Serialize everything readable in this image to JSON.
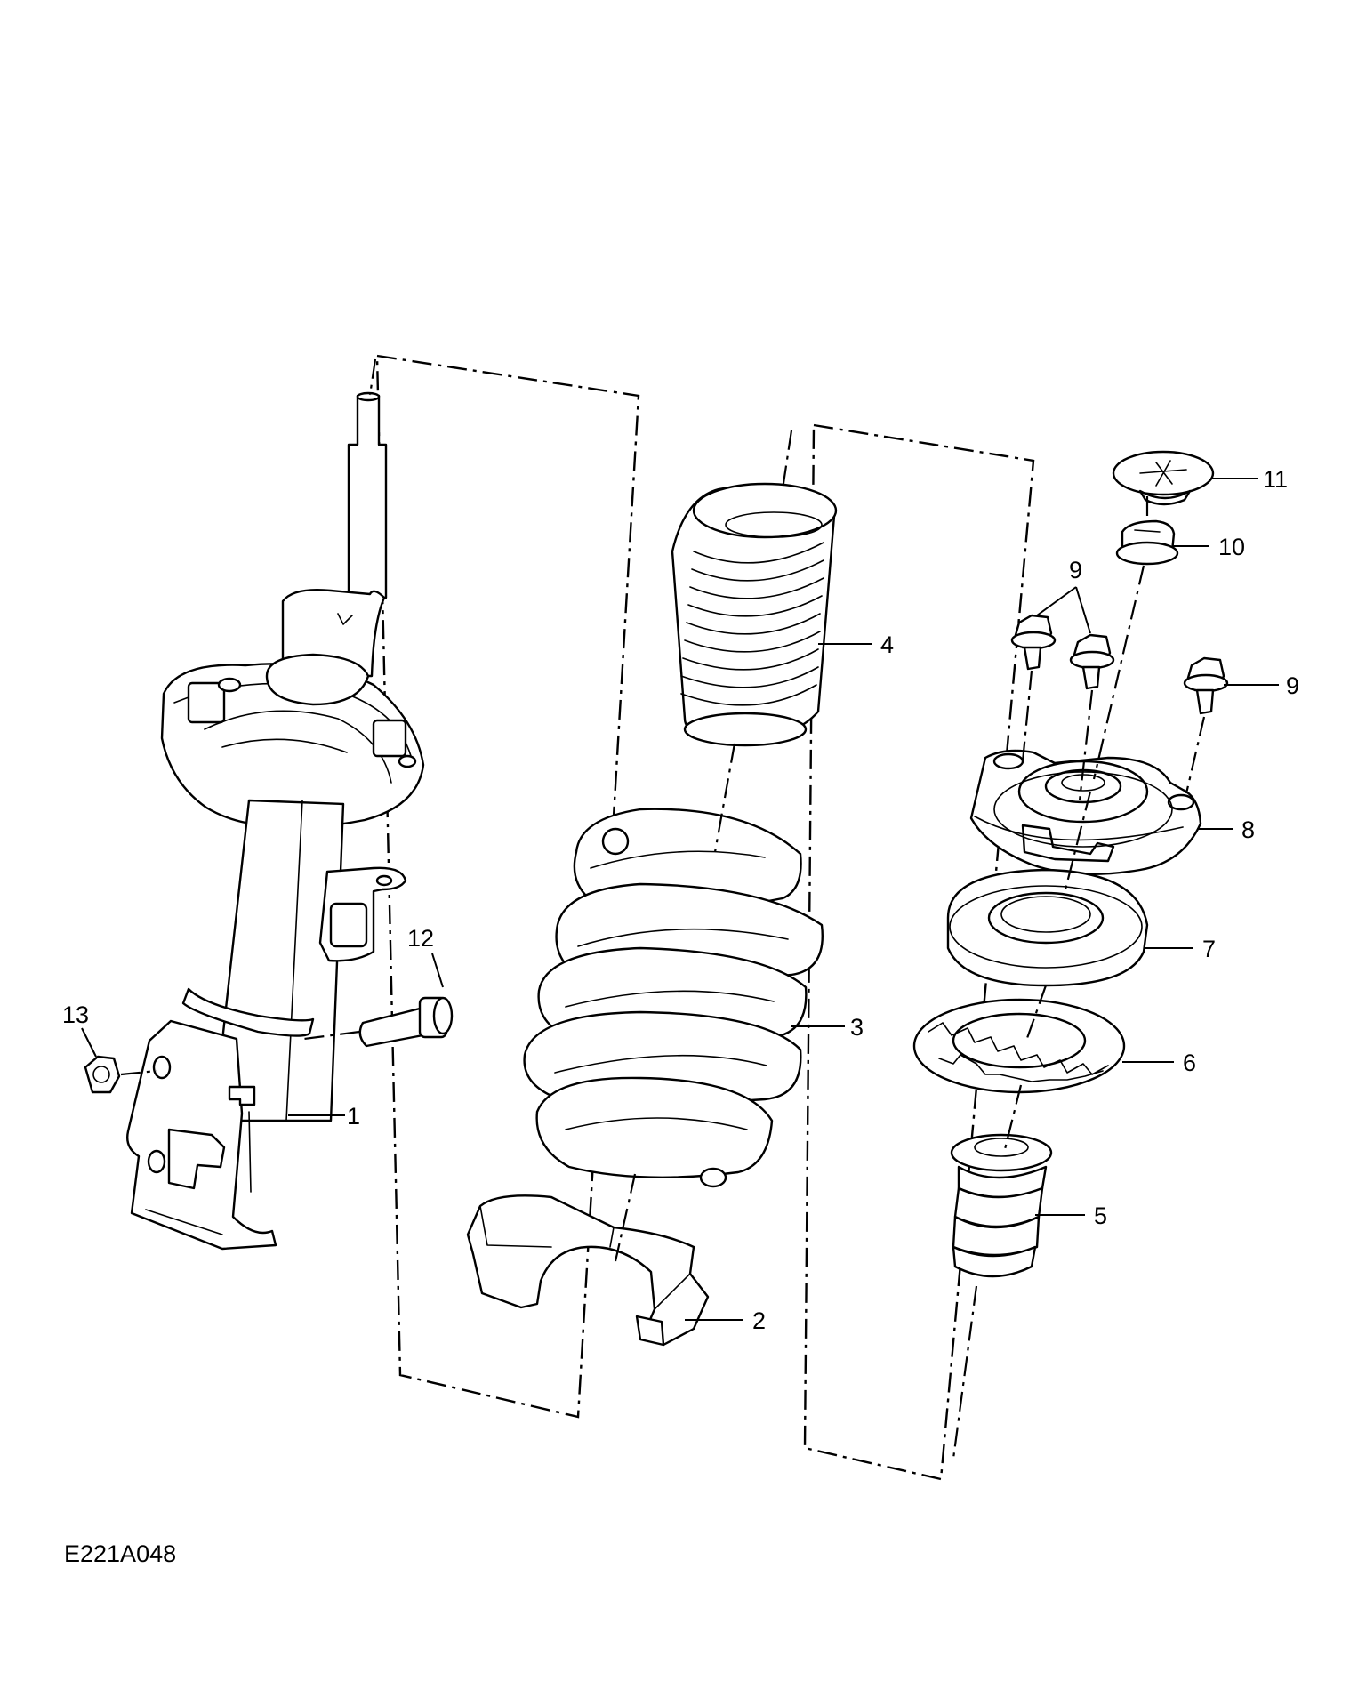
{
  "figure": {
    "code": "E221A048",
    "line_color": "#000000",
    "background_color": "#ffffff"
  },
  "callouts": [
    {
      "id": "c1",
      "label": "1"
    },
    {
      "id": "c2",
      "label": "2"
    },
    {
      "id": "c3",
      "label": "3"
    },
    {
      "id": "c4",
      "label": "4"
    },
    {
      "id": "c5",
      "label": "5"
    },
    {
      "id": "c6",
      "label": "6"
    },
    {
      "id": "c7",
      "label": "7"
    },
    {
      "id": "c8",
      "label": "8"
    },
    {
      "id": "c9a",
      "label": "9"
    },
    {
      "id": "c9b",
      "label": "9"
    },
    {
      "id": "c10",
      "label": "10"
    },
    {
      "id": "c11",
      "label": "11"
    },
    {
      "id": "c12",
      "label": "12"
    },
    {
      "id": "c13",
      "label": "13"
    }
  ]
}
